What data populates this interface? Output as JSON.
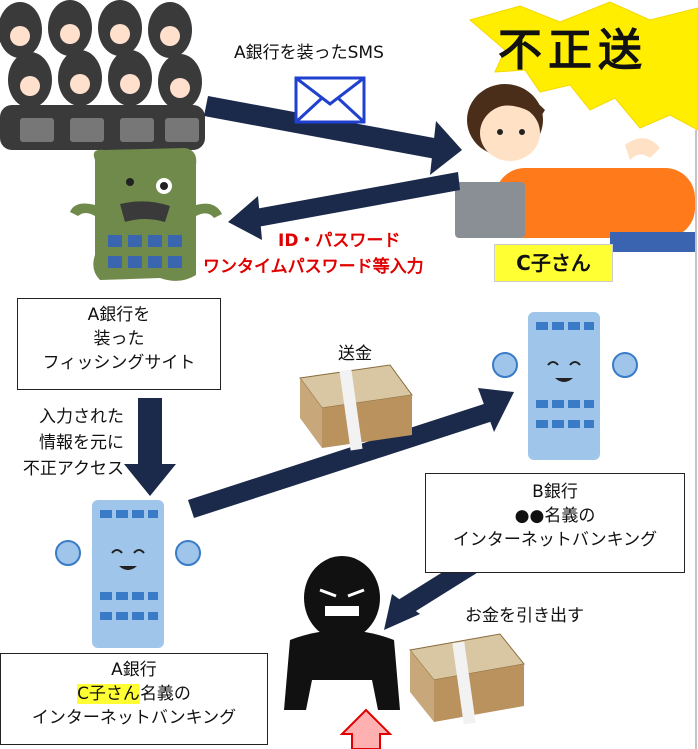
{
  "sms_label": "A銀行を装ったSMS",
  "title_partial": "不正送",
  "victim_name": "C子さん",
  "credentials_line1": "ID・パスワード",
  "credentials_line2": "ワンタイムパスワード等入力",
  "phishing_site": {
    "line1": "A銀行を",
    "line2": "装った",
    "line3": "フィッシングサイト"
  },
  "access_label": {
    "line1": "入力された",
    "line2": "情報を元に",
    "line3": "不正アクセス"
  },
  "transfer_label": "送金",
  "bank_b": {
    "line1": "B銀行",
    "line2": "●●名義の",
    "line3": "インターネットバンキング"
  },
  "withdraw_label": "お金を引き出す",
  "bank_a": {
    "line1": "A銀行",
    "line2_highlight": "C子さん",
    "line2_rest": "名義の",
    "line3": "インターネットバンキング"
  },
  "colors": {
    "arrow": "#1b2a4a",
    "highlight": "#ffff33",
    "alert_red": "#e00000",
    "burst": "#ffee00"
  }
}
